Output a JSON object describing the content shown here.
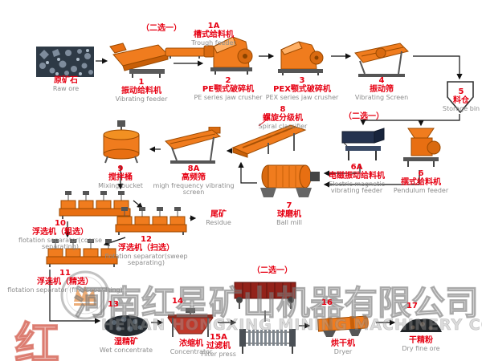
{
  "choose_one": "（二选一）",
  "watermark": {
    "company_cn": "河南红星矿山机器有限公司",
    "company_en": "HENAN HONGXING MINING MACHINERY CO.,LTD",
    "logo_char": "红"
  },
  "colors": {
    "equipment_orange": "#f07c1e",
    "label_red": "#e60012",
    "english_gray": "#8c8c8c",
    "flow_line_black": "#111111"
  },
  "nodes": {
    "raw_ore": {
      "num": "",
      "cn": "原矿石",
      "en": "Raw ore"
    },
    "n1": {
      "num": "1",
      "cn": "振动给料机",
      "en": "Vibrating feeder"
    },
    "n1a": {
      "num": "1A",
      "cn": "槽式给料机",
      "en": "Trough feeder"
    },
    "n2": {
      "num": "2",
      "cn": "PE颚式破碎机",
      "en": "PE series jaw crusher"
    },
    "n3": {
      "num": "3",
      "cn": "PEX颚式破碎机",
      "en": "PEX series jaw crusher"
    },
    "n4": {
      "num": "4",
      "cn": "振动筛",
      "en": "Vibrating Screen"
    },
    "n5": {
      "num": "5",
      "cn": "料仓",
      "en": "Storage bin"
    },
    "n6a": {
      "num": "6A",
      "cn": "电磁振动给料机",
      "en": "Electric magnetic vibrating feeder"
    },
    "n6": {
      "num": "6",
      "cn": "摆式给料机",
      "en": "Pendulum feeder"
    },
    "n7": {
      "num": "7",
      "cn": "球磨机",
      "en": "Ball mill"
    },
    "n8": {
      "num": "8",
      "cn": "螺旋分级机",
      "en": "Spiral classifier"
    },
    "n8a": {
      "num": "8A",
      "cn": "高频筛",
      "en": "migh frequency vibrating screen"
    },
    "n9": {
      "num": "9",
      "cn": "搅拌桶",
      "en": "Mixing bucket"
    },
    "n10": {
      "num": "10",
      "cn": "浮选机（粗选）",
      "en": "flotation separator(coarse separating)"
    },
    "n12": {
      "num": "12",
      "cn": "浮选机（扫选）",
      "en": "flotation separator(sweep separating)"
    },
    "residue": {
      "num": "",
      "cn": "尾矿",
      "en": "Residue"
    },
    "n11": {
      "num": "11",
      "cn": "浮选机（精选）",
      "en": "flotation separator (fine separating)"
    },
    "n13": {
      "num": "13",
      "cn": "湿精矿",
      "en": "Wet concentrate"
    },
    "n14": {
      "num": "14",
      "cn": "浓缩机",
      "en": "Concentrator"
    },
    "n15a": {
      "num": "15A",
      "cn": "过滤机",
      "en": "Filter press"
    },
    "n16": {
      "num": "16",
      "cn": "烘干机",
      "en": "Dryer"
    },
    "n17": {
      "num": "17",
      "cn": "干精粉",
      "en": "Dry fine ore"
    }
  }
}
